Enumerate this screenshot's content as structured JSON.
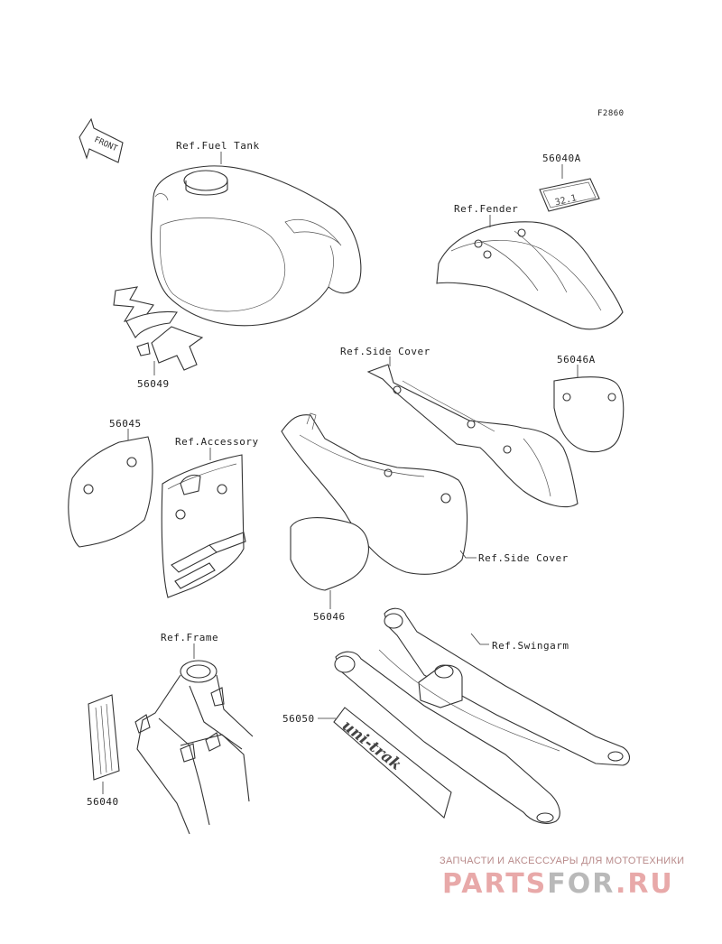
{
  "figure_code": "F2860",
  "front_label": "FRONT",
  "labels": {
    "fuel_tank": "Ref.Fuel Tank",
    "fender": "Ref.Fender",
    "side_cover_top": "Ref.Side Cover",
    "accessory": "Ref.Accessory",
    "side_cover_mid": "Ref.Side Cover",
    "frame": "Ref.Frame",
    "swingarm": "Ref.Swingarm"
  },
  "parts": {
    "p56040A": "56040A",
    "p56049": "56049",
    "p56046A": "56046A",
    "p56045": "56045",
    "p56046": "56046",
    "p56050": "56050",
    "p56040": "56040"
  },
  "decals": {
    "fender_decal_text": "32.1",
    "swingarm_decal_text": "uni-trak"
  },
  "watermark": {
    "tagline": "ЗАПЧАСТИ И АКСЕССУАРЫ ДЛЯ МОТОТЕХНИКИ",
    "logo_part1": "PARTS",
    "logo_part2": "FOR",
    "logo_part3": ".RU"
  }
}
